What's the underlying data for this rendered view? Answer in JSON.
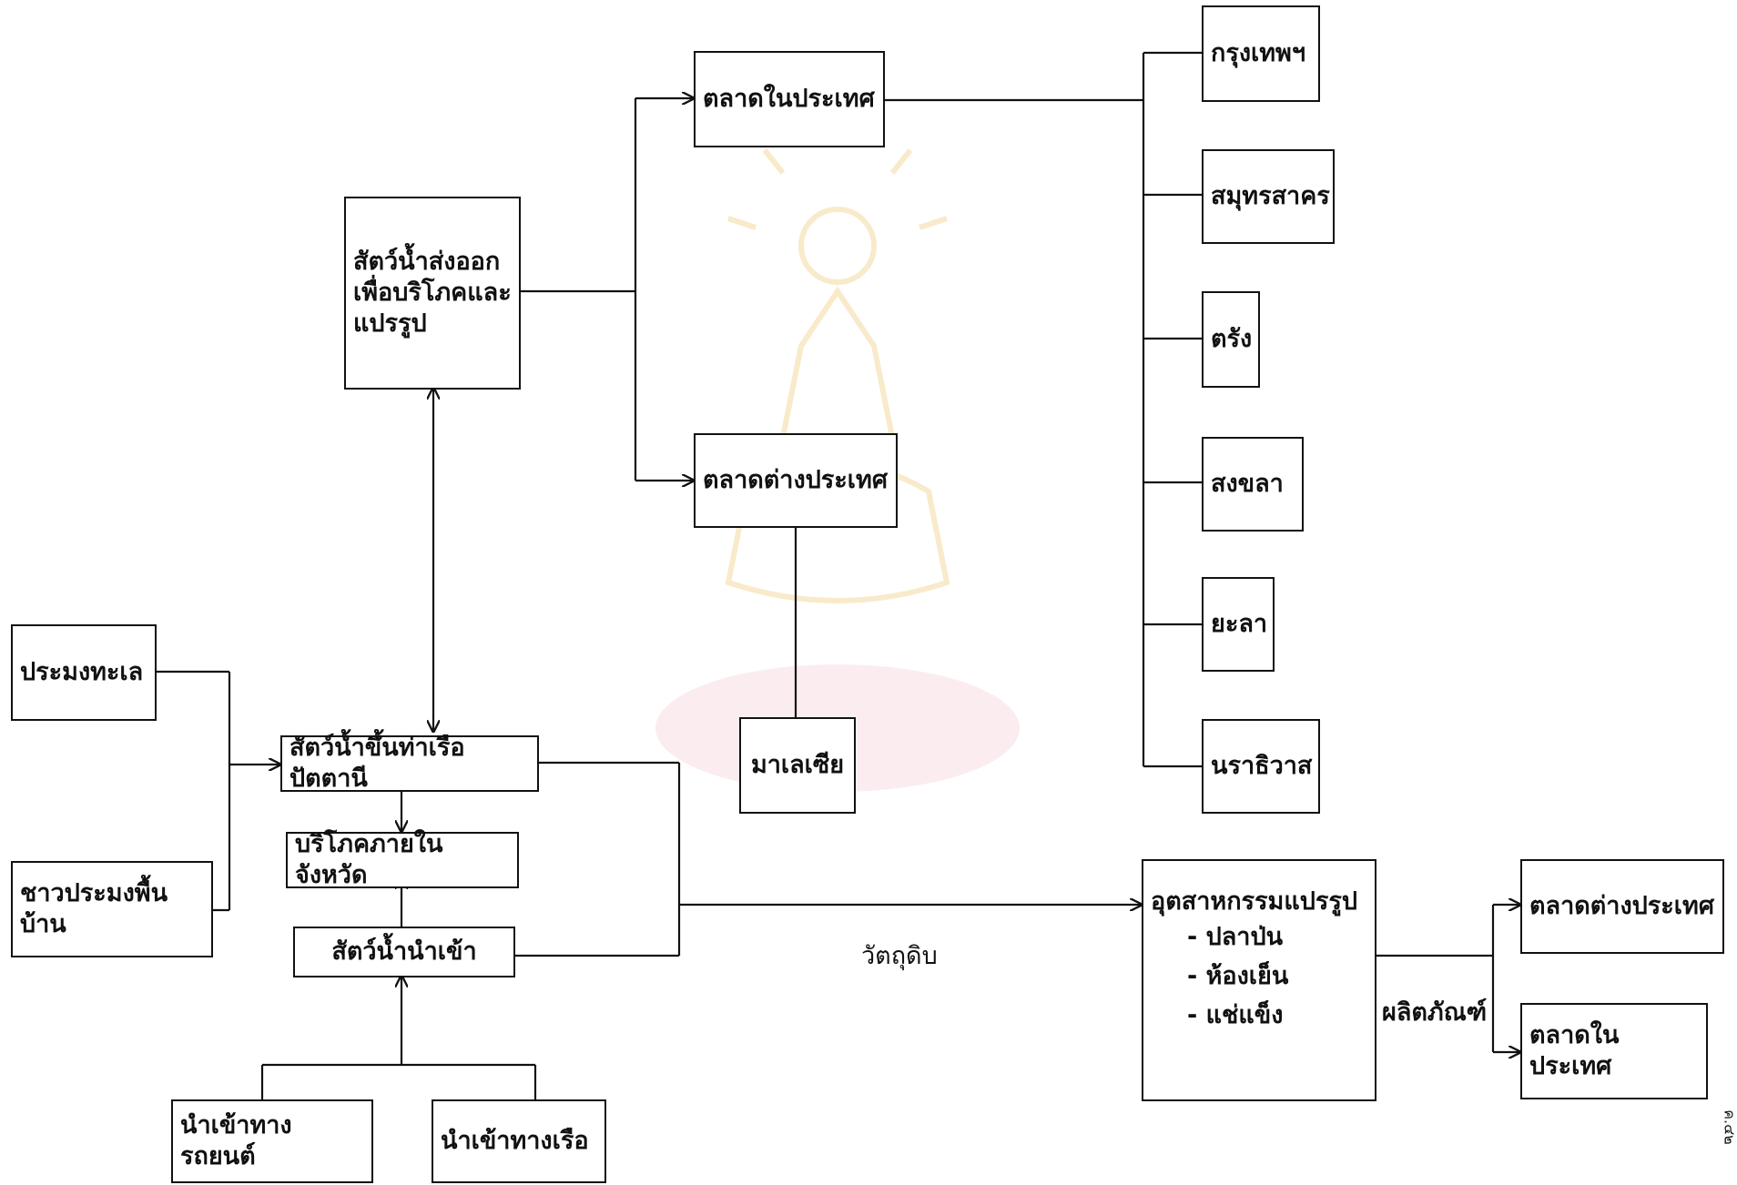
{
  "nodes": {
    "domestic_market": "ตลาดในประเทศ",
    "foreign_market": "ตลาดต่างประเทศ",
    "export": [
      "สัตว์น้ำส่งออก",
      "เพื่อบริโภคและ",
      "แปรรูป"
    ],
    "bangkok": "กรุงเทพฯ",
    "samut_sakhon": "สมุทรสาคร",
    "trang": "ตรัง",
    "songkhla": "สงขลา",
    "yala": "ยะลา",
    "narathiwat": "นราธิวาส",
    "malaysia": "มาเลเซีย",
    "sea_fishery": "ประมงทะเล",
    "local_fishermen": "ชาวประมงพื้นบ้าน",
    "landing_pattani": "สัตว์น้ำขึ้นท่าเรือปัตตานี",
    "local_consumption": "บริโภคภายในจังหวัด",
    "imported": "สัตว์น้ำนำเข้า",
    "import_truck": "นำเข้าทางรถยนต์",
    "import_boat": "นำเข้าทางเรือ",
    "industry": {
      "title": "อุตสาหกรรมแปรรูป",
      "items": [
        "- ปลาป่น",
        "- ห้องเย็น",
        "- แช่แข็ง"
      ]
    },
    "foreign_market_2": "ตลาดต่างประเทศ",
    "domestic_market_2": "ตลาดในประเทศ"
  },
  "edge_labels": {
    "raw_material": "วัตถุดิบ",
    "products": "ผลิตภัณฑ์"
  },
  "stamp": "ค.๔๒"
}
